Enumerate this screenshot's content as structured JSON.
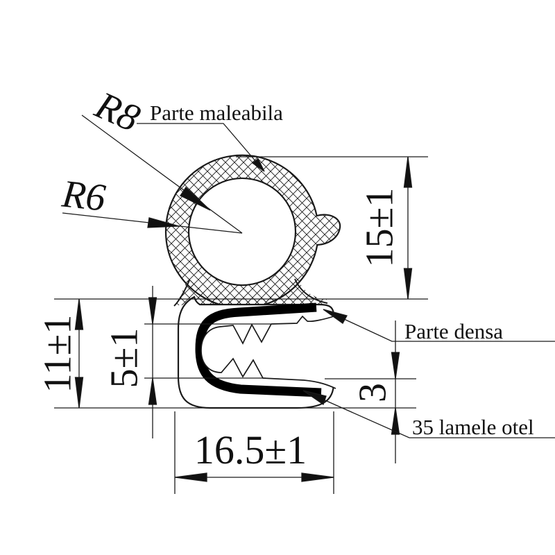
{
  "drawing": {
    "labels": {
      "malleable_part": "Parte maleabila",
      "dense_part": "Parte densa",
      "steel_strips": "35 lamele otel",
      "radius_outer": "R8",
      "radius_inner": "R6"
    },
    "dimensions": {
      "bulb_height": "15±1",
      "channel_height": "11±1",
      "inner_height": "5±1",
      "bottom_thickness": "3",
      "channel_width": "16.5±1"
    },
    "colors": {
      "line": "#1a1a1a",
      "steel_band": "#000000",
      "background": "#ffffff"
    }
  }
}
